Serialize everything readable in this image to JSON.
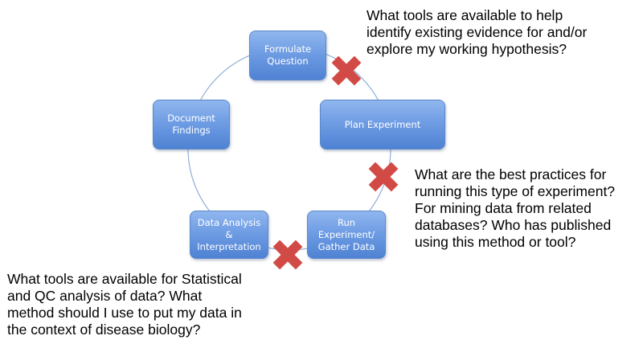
{
  "nodes": [
    {
      "id": "formulate",
      "lines": [
        "Formulate",
        "Question"
      ]
    },
    {
      "id": "plan",
      "lines": [
        "Plan Experiment"
      ]
    },
    {
      "id": "run",
      "lines": [
        "Run",
        "Experiment/",
        "Gather Data"
      ]
    },
    {
      "id": "analysis",
      "lines": [
        "Data Analysis",
        "&",
        "Interpretation"
      ]
    },
    {
      "id": "document",
      "lines": [
        "Document",
        "Findings"
      ]
    }
  ],
  "questions": [
    {
      "id": "q1",
      "lines": [
        "What tools are available to help",
        "identify existing evidence for and/or",
        "explore my working hypothesis?"
      ]
    },
    {
      "id": "q2",
      "lines": [
        "What are the best practices for",
        "running this type of experiment?",
        "For mining data from related",
        "databases?  Who has published",
        "using this method or tool?"
      ]
    },
    {
      "id": "q3",
      "lines": [
        "What tools are available for Statistical",
        "and QC analysis of data?  What",
        "method should I use to put my data in",
        "the context of disease biology?"
      ]
    }
  ],
  "colors": {
    "node_top": "#90b6ee",
    "node_bottom": "#4f82d3",
    "cycle_line": "#8fb0d8",
    "cross": "#d24a46"
  },
  "icons": [
    "x-mark-icon",
    "x-mark-icon",
    "x-mark-icon"
  ]
}
